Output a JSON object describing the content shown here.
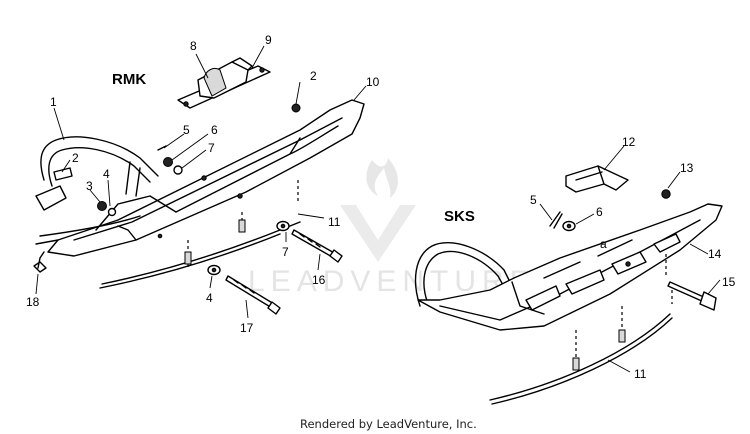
{
  "labels": {
    "rmk": "RMK",
    "sks": "SKS",
    "watermark": "LEADVENTURE",
    "credit": "Rendered by LeadVenture, Inc."
  },
  "callouts": {
    "c1": "1",
    "c2a": "2",
    "c2b": "2",
    "c3": "3",
    "c4a": "4",
    "c4b": "4",
    "c5a": "5",
    "c5b": "5",
    "c6a": "6",
    "c6b": "6",
    "c7a": "7",
    "c7b": "7",
    "c8": "8",
    "c9": "9",
    "c10": "10",
    "c11a": "11",
    "c11b": "11",
    "c12": "12",
    "c13": "13",
    "c14": "14",
    "c15": "15",
    "c16": "16",
    "c17": "17",
    "c18": "18"
  },
  "icons": {
    "watermark": "flame-v-logo-icon"
  }
}
